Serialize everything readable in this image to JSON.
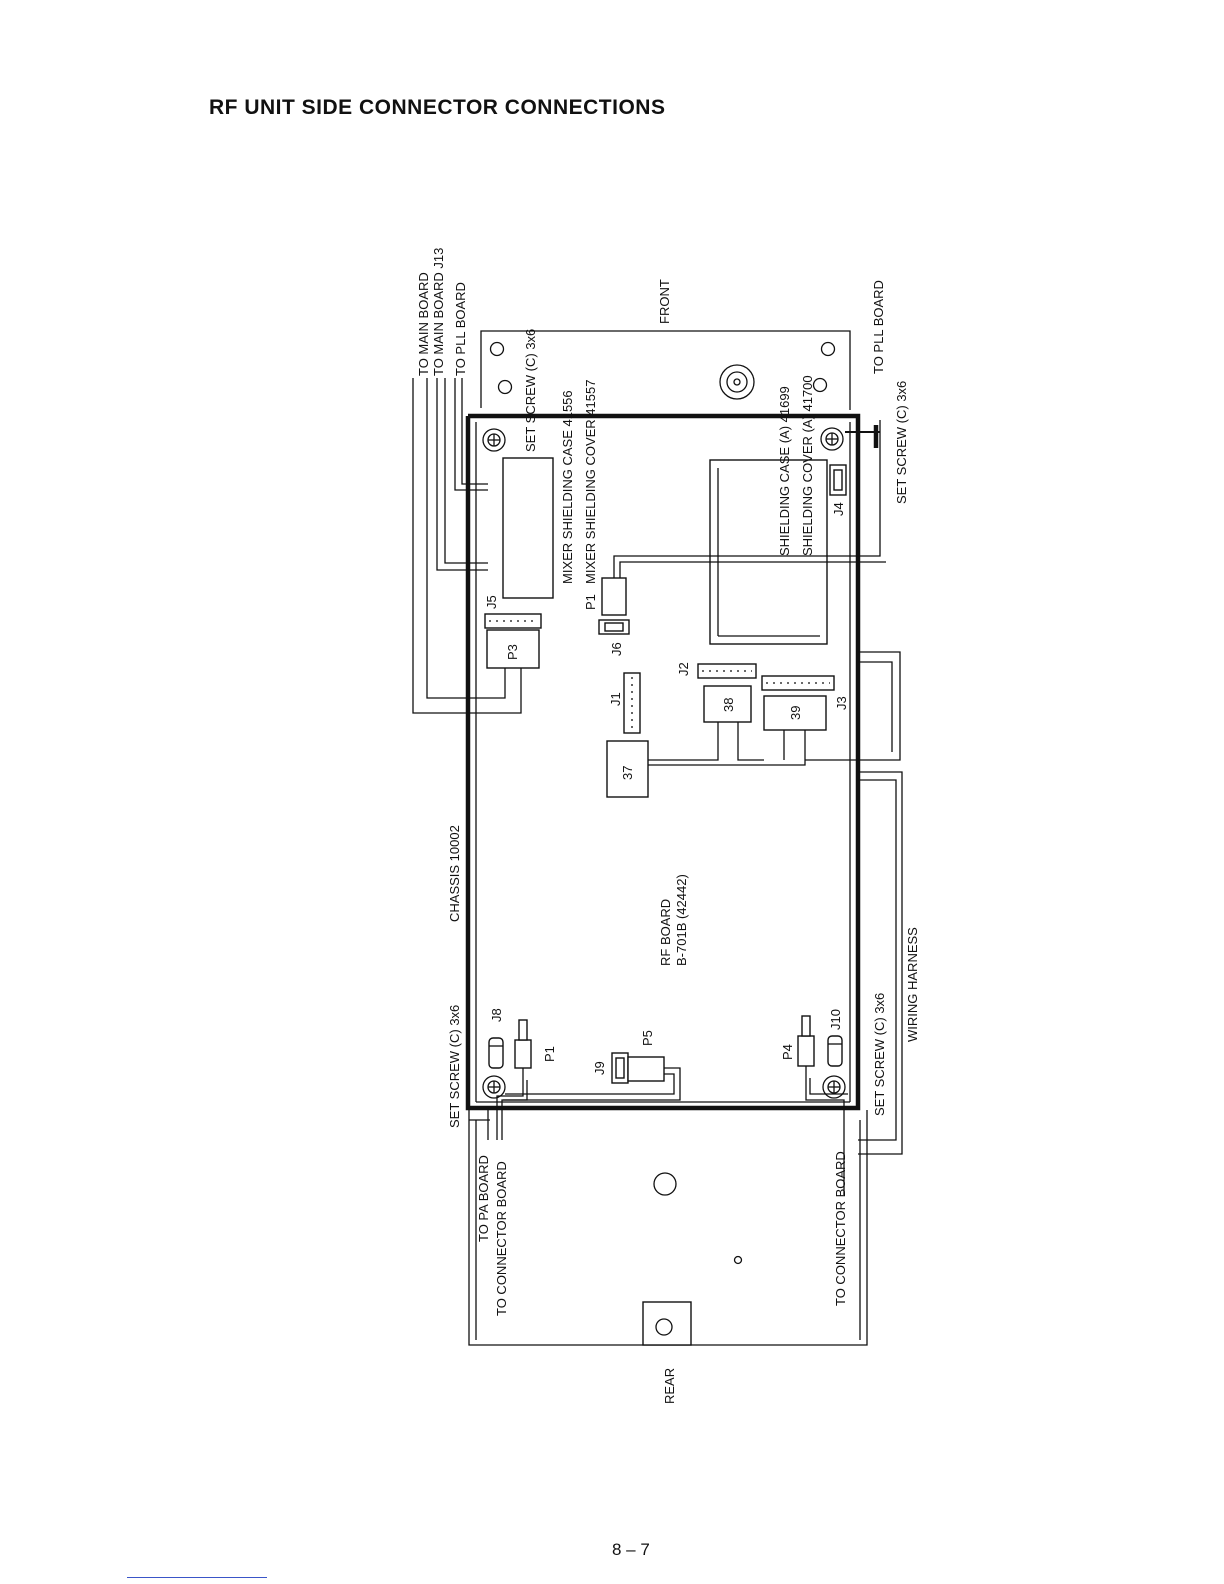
{
  "page": {
    "title": "RF UNIT SIDE CONNECTOR CONNECTIONS",
    "number": "8 – 7"
  },
  "labels": {
    "to_main_board": "TO MAIN BOARD",
    "to_main_board_j13": "TO MAIN BOARD J13",
    "to_pll_board_top": "TO PLL BOARD",
    "set_screw_top_left": "SET SCREW (C) 3x6",
    "mixer_case": "MIXER SHIELDING CASE 41556",
    "mixer_cover": "MIXER SHIELDING COVER 41557",
    "front": "FRONT",
    "shield_case": "SHIELDING CASE (A) 41699",
    "shield_cover": "SHIELDING COVER (A) 41700",
    "to_pll_board_right": "TO PLL BOARD",
    "set_screw_top_right": "SET SCREW (C) 3x6",
    "chassis": "CHASSIS 10002",
    "set_screw_bottom_left": "SET SCREW (C) 3x6",
    "rf_board": "RF BOARD",
    "rf_board_part": "B-701B (42442)",
    "wiring_harness": "WIRING HARNESS",
    "set_screw_bottom_right": "SET SCREW (C) 3x6",
    "to_pa_board": "TO PA BOARD",
    "to_connector_board_left": "TO CONNECTOR BOARD",
    "to_connector_board_right": "TO CONNECTOR BOARD",
    "rear": "REAR"
  },
  "connectors": {
    "j1": "J1",
    "j2": "J2",
    "j3": "J3",
    "j4": "J4",
    "j5": "J5",
    "j6": "J6",
    "j8": "J8",
    "j9": "J9",
    "j10": "J10",
    "p1_top": "P1",
    "p1_bottom": "P1",
    "p3": "P3",
    "p4": "P4",
    "p5": "P5",
    "n37": "37",
    "n38": "38",
    "n39": "39"
  }
}
